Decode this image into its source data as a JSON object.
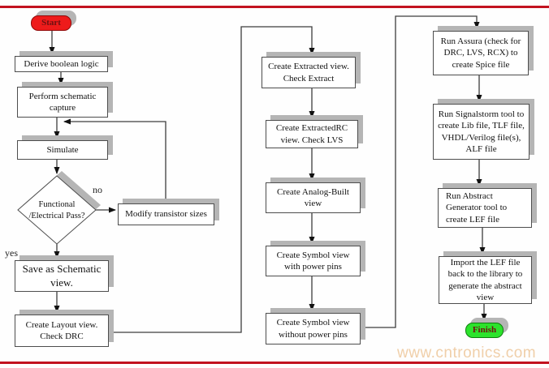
{
  "diagram": {
    "title_watermark": "www.cntronics.com",
    "colors": {
      "border_lines": "#c2121f",
      "start_fill": "#ee1b1b",
      "finish_fill": "#2ce32c",
      "box_shadow": "#b5b5b5",
      "box_border": "#4d4d4d",
      "watermark_text": "#f0cfa9"
    },
    "nodes": {
      "start": {
        "label": "Start",
        "type": "terminator"
      },
      "derive": {
        "label": "Derive boolean logic",
        "type": "process"
      },
      "capture": {
        "label": "Perform schematic capture",
        "type": "process"
      },
      "simulate": {
        "label": "Simulate",
        "type": "process"
      },
      "decision": {
        "label": "Functional /Electrical Pass?",
        "type": "decision"
      },
      "modify": {
        "label": "Modify transistor sizes",
        "type": "process"
      },
      "save_schematic": {
        "label": "Save as Schematic view.",
        "type": "process"
      },
      "layout": {
        "label": "Create Layout view. Check DRC",
        "type": "process"
      },
      "extracted": {
        "label": "Create Extracted view. Check Extract",
        "type": "process"
      },
      "extracted_rc": {
        "label": "Create ExtractedRC view.  Check LVS",
        "type": "process"
      },
      "analog_built": {
        "label": "Create Analog-Built view",
        "type": "process"
      },
      "symbol_with": {
        "label": "Create Symbol view with power pins",
        "type": "process"
      },
      "symbol_without": {
        "label": "Create Symbol view without power pins",
        "type": "process"
      },
      "assura": {
        "label": "Run Assura (check for DRC, LVS, RCX) to create Spice file",
        "type": "process"
      },
      "signalstorm": {
        "label": "Run Signalstorm tool to create Lib file, TLF file, VHDL/Verilog file(s), ALF file",
        "type": "process"
      },
      "abstract_gen": {
        "label": "Run Abstract Generator tool to create LEF file",
        "type": "process"
      },
      "import_lef": {
        "label": "Import the LEF file back to the library to generate the abstract view",
        "type": "process"
      },
      "finish": {
        "label": "Finish",
        "type": "terminator"
      }
    },
    "edge_labels": {
      "no": "no",
      "yes": "yes"
    }
  }
}
